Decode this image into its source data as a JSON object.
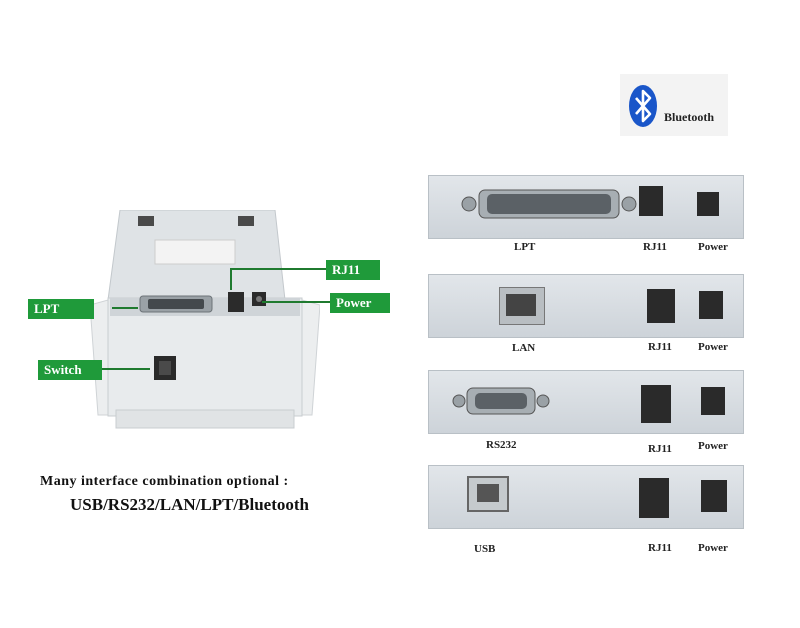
{
  "badge": {
    "text": "Bluetooth",
    "icon": "bluetooth-icon",
    "color": "#1a56c9"
  },
  "printer": {
    "callouts": {
      "lpt": "LPT",
      "rj11": "RJ11",
      "power": "Power",
      "switch": "Switch"
    },
    "accent": "#1f9a3a"
  },
  "panels": [
    {
      "port": "LPT",
      "rj11": "RJ11",
      "power": "Power"
    },
    {
      "port": "LAN",
      "rj11": "RJ11",
      "power": "Power"
    },
    {
      "port": "RS232",
      "rj11": "RJ11",
      "power": "Power"
    },
    {
      "port": "USB",
      "rj11": "RJ11",
      "power": "Power"
    }
  ],
  "caption": {
    "line1": "Many interface combination optional :",
    "line2": "USB/RS232/LAN/LPT/Bluetooth"
  }
}
